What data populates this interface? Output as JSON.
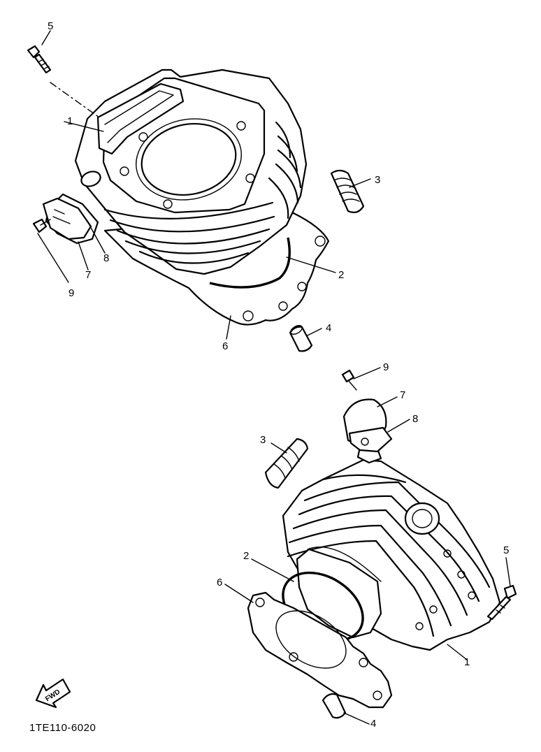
{
  "diagram": {
    "part_code": "1TE110-6020",
    "fwd_label": "FWD",
    "callouts": [
      "1",
      "2",
      "3",
      "4",
      "5",
      "6",
      "7",
      "8",
      "9"
    ]
  },
  "colors": {
    "line": "#000000",
    "background": "#ffffff"
  }
}
